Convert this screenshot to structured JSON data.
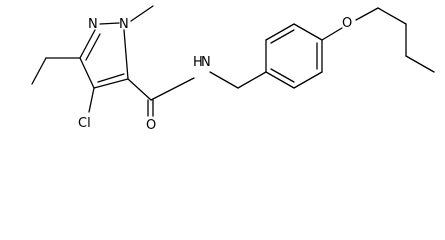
{
  "molecule": {
    "atoms": {
      "n_pyrazole_1": "N",
      "n_pyrazole_2": "N",
      "chlorine": "Cl",
      "carbonyl_oxygen": "O",
      "amide_nh": "N",
      "amide_h": "H",
      "ether_oxygen": "O"
    }
  }
}
